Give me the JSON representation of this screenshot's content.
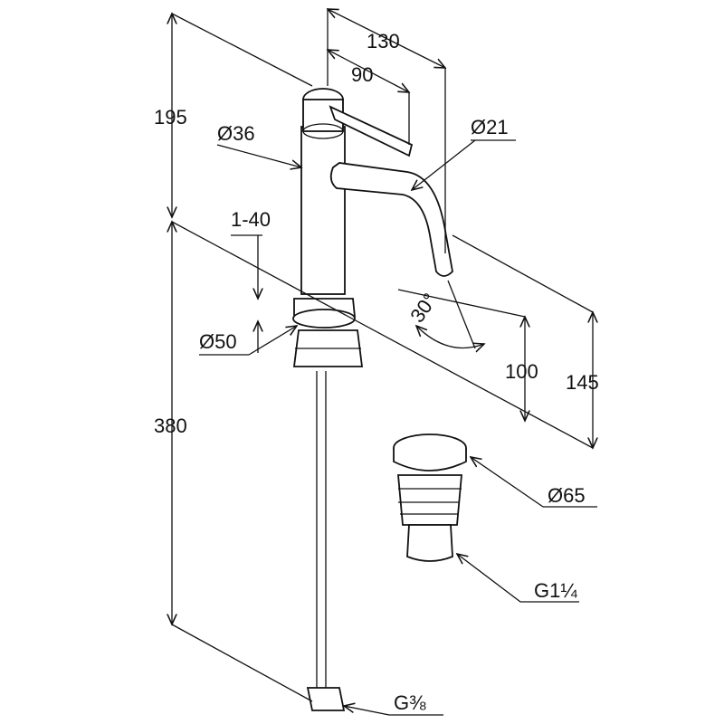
{
  "dimensions": {
    "width_total": "130",
    "lever_reach": "90",
    "height_upper": "195",
    "body_diameter": "Ø36",
    "spout_diameter": "Ø21",
    "deck_thickness": "1-40",
    "spout_angle": "30°",
    "base_diameter": "Ø50",
    "spout_height": "100",
    "outlet_height": "145",
    "hose_length": "380",
    "waste_diameter": "Ø65",
    "waste_thread": "G1¼",
    "hose_thread": "G⅜"
  }
}
